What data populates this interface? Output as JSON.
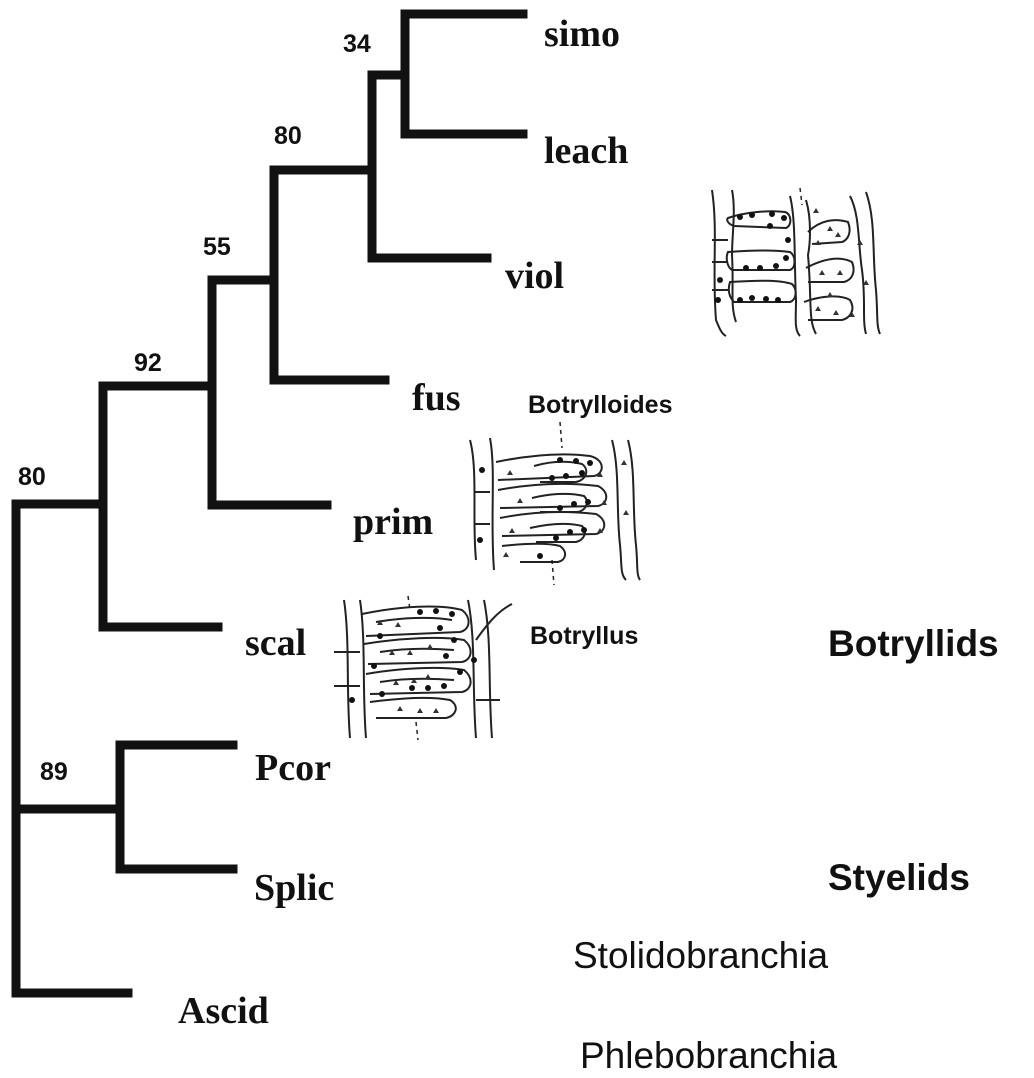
{
  "taxa": {
    "simo": "simo",
    "leach": "leach",
    "viol": "viol",
    "fus": "fus",
    "prim": "prim",
    "scal": "scal",
    "pcor": "Pcor",
    "splic": "Splic",
    "ascid": "Ascid"
  },
  "support": {
    "simo_leach": "34",
    "viol_clade": "80",
    "fus_clade": "55",
    "prim_clade": "92",
    "root": "80",
    "styelids": "89"
  },
  "drawings": {
    "botrylloides_label": "Botrylloides",
    "botryllus_label": "Botryllus"
  },
  "groups": {
    "botryllids": "Botryllids",
    "styelids": "Styelids",
    "stolidobranchia": "Stolidobranchia",
    "phlebobranchia": "Phlebobranchia"
  }
}
